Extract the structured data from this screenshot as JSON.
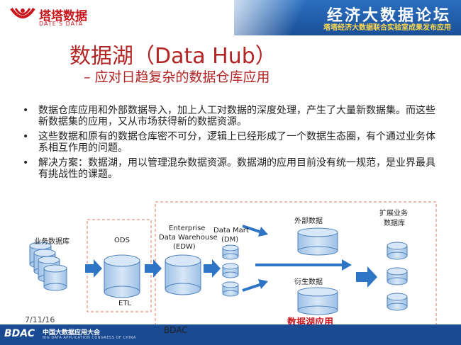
{
  "header": {
    "logo_cn": "塔塔数据",
    "logo_en": "DATE'S DATA",
    "forum_title": "经济大数据论坛",
    "forum_subtitle": "塔塔经济大数据联合实验室成果发布应用"
  },
  "slide": {
    "title": "数据湖（Data Hub）",
    "subtitle": "– 应对日趋复杂的数据仓库应用",
    "bullets": [
      "数据仓库应用和外部数据导入，加上人工对数据的深度处理，产生了大量新数据集。而这些新数据集的应用，又从市场获得新的数据资源。",
      "这些数据和原有的数据仓库密不可分，逻辑上已经形成了一个数据生态圈，有个通过业务体系相互作用的问题。",
      "解决方案：数据湖，用以管理混杂数据资源。数据湖的应用目前没有统一规范，是业界最具有挑战性的课题。"
    ],
    "bullet_symbol": "•",
    "date": "7/11/16"
  },
  "diagram": {
    "business_db": "业务数据库",
    "ods": "ODS",
    "etl": "ETL",
    "edw_line1": "Enterprise",
    "edw_line2": "Data Warehouse",
    "edw_line3": "(EDW)",
    "datamart_line1": "Data Mart",
    "datamart_line2": "(DM)",
    "external_data": "外部数据",
    "derived_data": "衍生数据",
    "expanded_line1": "扩展业务",
    "expanded_line2": "数据库",
    "data_lake_app": "数据湖应用",
    "bdac": "BDAC",
    "colors": {
      "cylinder_fill": "#b9d3ef",
      "cylinder_stroke": "#4f81bd",
      "arrow": "#2e75c6",
      "dash": "#e07a5f"
    }
  },
  "footer": {
    "logo": "BDAC",
    "cn": "中国大数据应用大会",
    "en": "BIG DATA APPLICATION CONGRESS OF CHINA"
  }
}
